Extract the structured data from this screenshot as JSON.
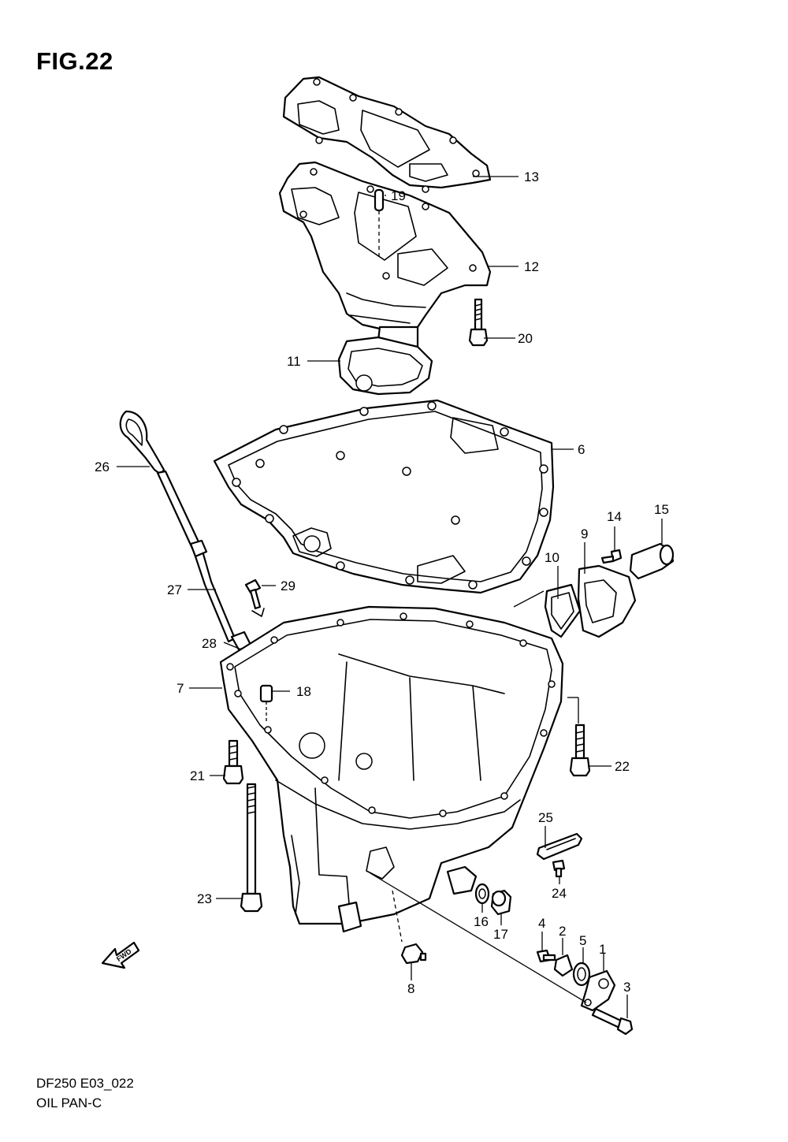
{
  "figure": {
    "title": "FIG.22"
  },
  "caption": {
    "model_code": "DF250 E03_022",
    "section_name": "OIL PAN-C"
  },
  "direction_arrow": {
    "label": "FWD"
  },
  "callouts": [
    {
      "id": "c1",
      "label": "1"
    },
    {
      "id": "c2",
      "label": "2"
    },
    {
      "id": "c3",
      "label": "3"
    },
    {
      "id": "c4",
      "label": "4"
    },
    {
      "id": "c5",
      "label": "5"
    },
    {
      "id": "c6",
      "label": "6"
    },
    {
      "id": "c7",
      "label": "7"
    },
    {
      "id": "c8",
      "label": "8"
    },
    {
      "id": "c9",
      "label": "9"
    },
    {
      "id": "c10",
      "label": "10"
    },
    {
      "id": "c11",
      "label": "11"
    },
    {
      "id": "c12",
      "label": "12"
    },
    {
      "id": "c13",
      "label": "13"
    },
    {
      "id": "c14",
      "label": "14"
    },
    {
      "id": "c15",
      "label": "15"
    },
    {
      "id": "c16",
      "label": "16"
    },
    {
      "id": "c17",
      "label": "17"
    },
    {
      "id": "c18",
      "label": "18"
    },
    {
      "id": "c19",
      "label": "19"
    },
    {
      "id": "c20",
      "label": "20"
    },
    {
      "id": "c21",
      "label": "21"
    },
    {
      "id": "c22",
      "label": "22"
    },
    {
      "id": "c23",
      "label": "23"
    },
    {
      "id": "c24",
      "label": "24"
    },
    {
      "id": "c25",
      "label": "25"
    },
    {
      "id": "c26",
      "label": "26"
    },
    {
      "id": "c27",
      "label": "27"
    },
    {
      "id": "c28",
      "label": "28"
    },
    {
      "id": "c29",
      "label": "29"
    }
  ]
}
